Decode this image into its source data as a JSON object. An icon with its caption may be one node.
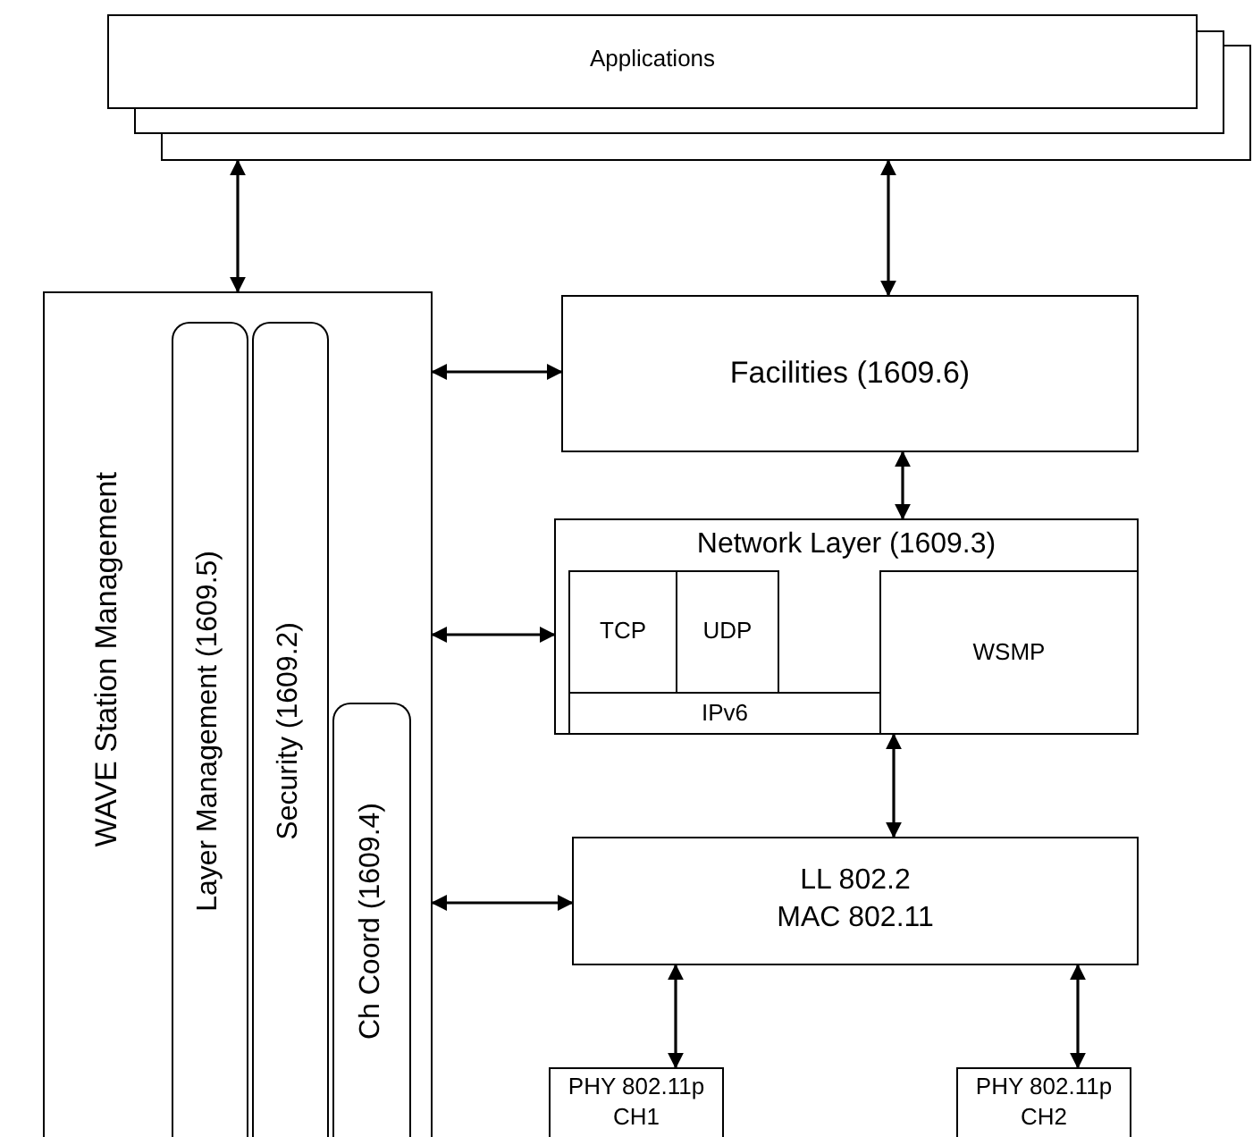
{
  "diagram": {
    "nodes": [
      {
        "text": [
          "Applications"
        ]
      },
      {
        "text": [
          "WAVE Station Management"
        ]
      },
      {
        "text": [
          "Layer Management (1609.5)"
        ],
        "in": 1
      },
      {
        "text": [
          "Security (1609.2)"
        ],
        "in": 1
      },
      {
        "text": [
          "Ch Coord (1609.4)"
        ],
        "in": 1
      },
      {
        "text": [
          "Facilities (1609.6)"
        ]
      },
      {
        "text": [
          "Network Layer (1609.3)"
        ]
      },
      {
        "text": [
          "TCP"
        ],
        "in": 6
      },
      {
        "text": [
          "UDP"
        ],
        "in": 6
      },
      {
        "text": [
          "IPv6"
        ],
        "in": 6
      },
      {
        "text": [
          "WSMP"
        ],
        "in": 6
      },
      {
        "text": [
          "LL 802.2 MAC 802.11"
        ]
      },
      {
        "text": [
          "PHY 802.11p CH1"
        ]
      },
      {
        "text": [
          "PHY 802.11p CH2"
        ]
      }
    ],
    "edges": [
      {
        "from": 0,
        "to": 1,
        "arrow": "both"
      },
      {
        "from": 0,
        "to": 5,
        "arrow": "both"
      },
      {
        "from": 1,
        "to": 5,
        "arrow": "both"
      },
      {
        "from": 5,
        "to": 6,
        "arrow": "both"
      },
      {
        "from": 1,
        "to": 6,
        "arrow": "both"
      },
      {
        "from": 6,
        "to": 11,
        "arrow": "both"
      },
      {
        "from": 1,
        "to": 11,
        "arrow": "both"
      },
      {
        "from": 11,
        "to": 12,
        "arrow": "both"
      },
      {
        "from": 11,
        "to": 13,
        "arrow": "both"
      }
    ]
  }
}
